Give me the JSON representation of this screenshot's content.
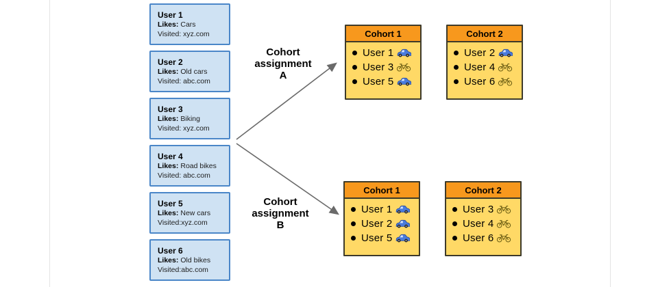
{
  "colors": {
    "user-card-bg": "#cfe2f3",
    "user-card-border": "#4a86c8",
    "cohort-header-bg": "#f7981d",
    "cohort-body-bg": "#ffd966",
    "cohort-border": "#3d3a2a",
    "arrow": "#6a6a6a",
    "frame-line": "#e4e4e4",
    "text": "#000000"
  },
  "labels": {
    "likes": "Likes:"
  },
  "users": [
    {
      "name": "User 1",
      "likes": "Cars",
      "visited": "Visited: xyz.com"
    },
    {
      "name": "User 2",
      "likes": "Old cars",
      "visited": "Visited: abc.com"
    },
    {
      "name": "User 3",
      "likes": "Biking",
      "visited": "Visited: xyz.com"
    },
    {
      "name": "User 4",
      "likes": "Road bikes",
      "visited": "Visited: abc.com"
    },
    {
      "name": "User 5",
      "likes": "New cars",
      "visited": "Visited:xyz.com"
    },
    {
      "name": "User 6",
      "likes": "Old bikes",
      "visited": "Visited:abc.com"
    }
  ],
  "cohort_groups": [
    {
      "assignment_label": [
        "Cohort",
        "assignment",
        "A"
      ],
      "cohorts": [
        {
          "title": "Cohort 1",
          "items": [
            {
              "label": "User 1",
              "icon": "car"
            },
            {
              "label": "User 3",
              "icon": "bike"
            },
            {
              "label": "User 5",
              "icon": "car"
            }
          ]
        },
        {
          "title": "Cohort 2",
          "items": [
            {
              "label": "User 2",
              "icon": "car"
            },
            {
              "label": "User 4",
              "icon": "bike"
            },
            {
              "label": "User 6",
              "icon": "bike"
            }
          ]
        }
      ]
    },
    {
      "assignment_label": [
        "Cohort",
        "assignment",
        "B"
      ],
      "cohorts": [
        {
          "title": "Cohort 1",
          "items": [
            {
              "label": "User 1",
              "icon": "car"
            },
            {
              "label": "User 2",
              "icon": "car"
            },
            {
              "label": "User 5",
              "icon": "car"
            }
          ]
        },
        {
          "title": "Cohort 2",
          "items": [
            {
              "label": "User 3",
              "icon": "bike"
            },
            {
              "label": "User 4",
              "icon": "bike"
            },
            {
              "label": "User 6",
              "icon": "bike"
            }
          ]
        }
      ]
    }
  ]
}
